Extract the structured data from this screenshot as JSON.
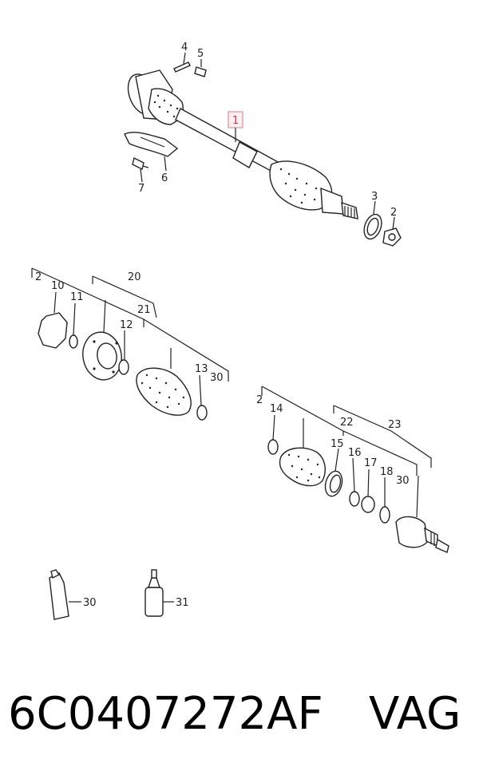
{
  "labels": {
    "l1": "1",
    "l2a": "2",
    "l3": "3",
    "l4": "4",
    "l5": "5",
    "l6": "6",
    "l7": "7",
    "l2b": "2",
    "l10": "10",
    "l11": "11",
    "l20": "20",
    "l21": "21",
    "l12": "12",
    "l13": "13",
    "l30a": "30",
    "l2c": "2",
    "l14": "14",
    "l22": "22",
    "l23": "23",
    "l15": "15",
    "l16": "16",
    "l17": "17",
    "l18": "18",
    "l30b": "30",
    "l30c": "30",
    "l31": "31"
  },
  "caption": {
    "part_number": "6C0407272AF",
    "brand": "VAG"
  },
  "colors": {
    "highlight": "#e07a88",
    "line": "#222222"
  }
}
